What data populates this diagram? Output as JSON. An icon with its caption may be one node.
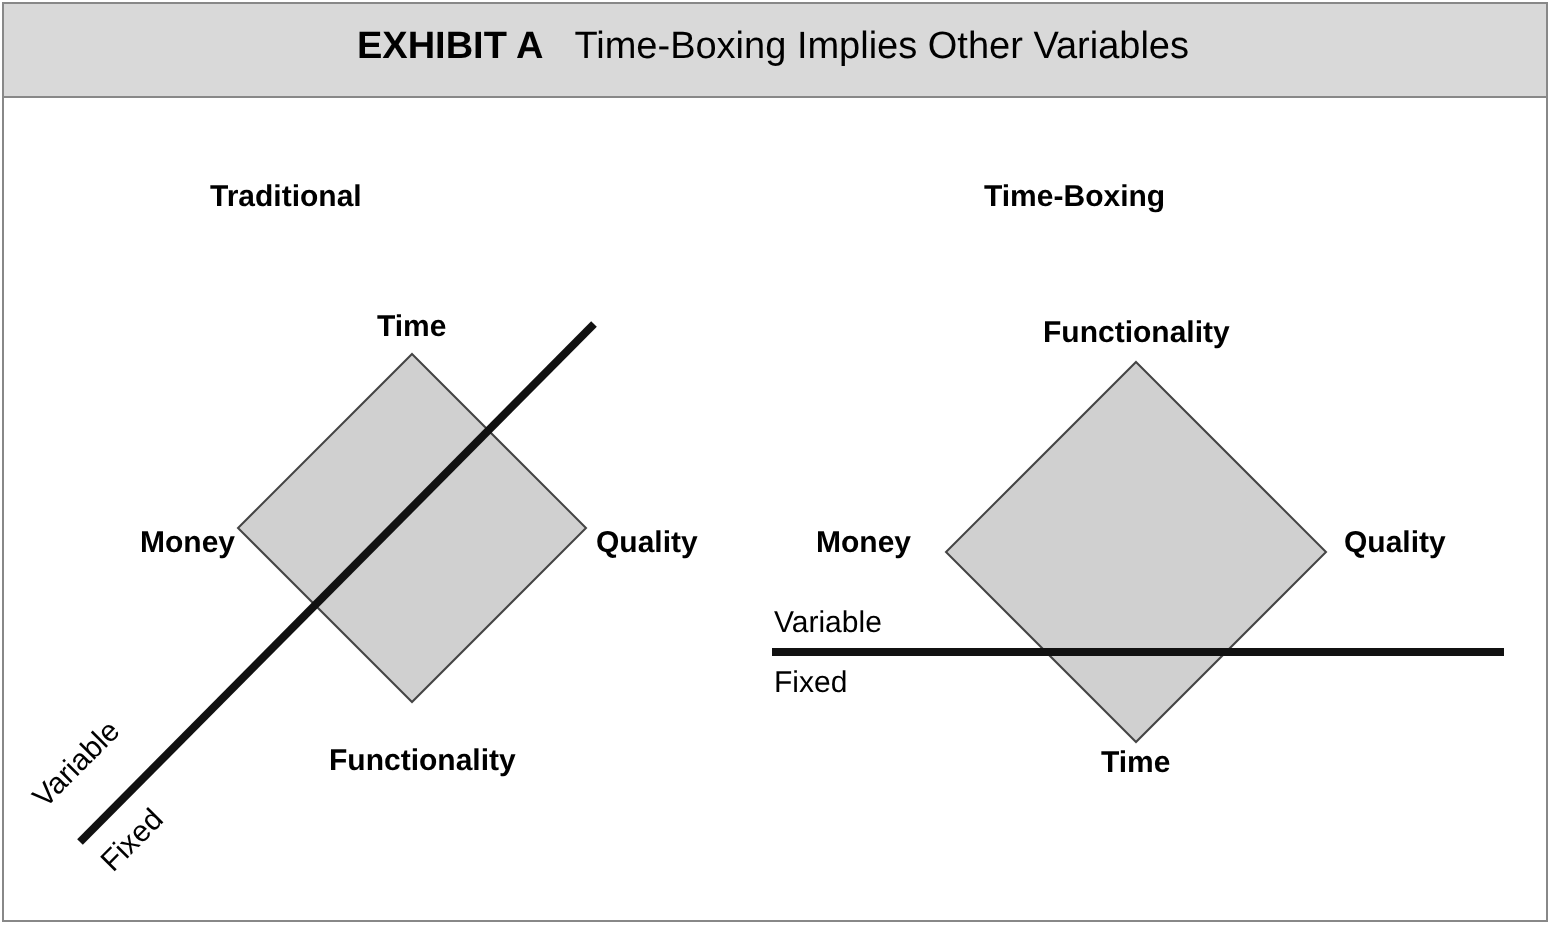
{
  "diagram": {
    "title": "**EXHIBIT A**   Time-Boxing Implies Other Variables",
    "nodes": [
      {
        "text": [],
        "shape": "diamond"
      },
      {
        "text": [],
        "shape": "diamond"
      }
    ],
    "edges": [],
    "labels": [
      "Traditional",
      "Time",
      "Money",
      "Quality",
      "Functionality",
      "Variable",
      "Fixed",
      "Time-Boxing",
      "Functionality",
      "Money",
      "Quality",
      "Variable",
      "Fixed",
      "Time"
    ]
  }
}
